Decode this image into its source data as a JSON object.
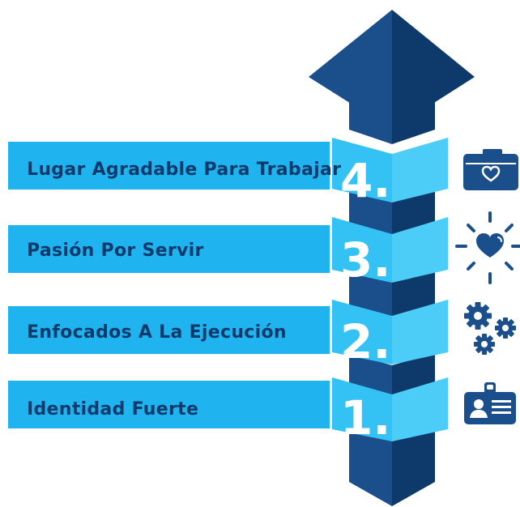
{
  "steps": [
    {
      "number": "4.",
      "label": "Lugar Agradable Para Trabajar",
      "icon": "briefcase-heart-icon"
    },
    {
      "number": "3.",
      "label": "Pasión Por Servir",
      "icon": "heart-sparkle-icon"
    },
    {
      "number": "2.",
      "label": "Enfocados A La Ejecución",
      "icon": "gears-icon"
    },
    {
      "number": "1.",
      "label": "Identidad Fuerte",
      "icon": "id-card-icon"
    }
  ],
  "colors": {
    "bar": "#1fb4f0",
    "cube_light_left": "#34c2f5",
    "cube_light_right": "#4ccdf8",
    "cube_dark_left": "#1a4f8c",
    "cube_dark_right": "#0e3a6b",
    "label_text": "#0e3a6b",
    "icon": "#1a4f8c"
  }
}
